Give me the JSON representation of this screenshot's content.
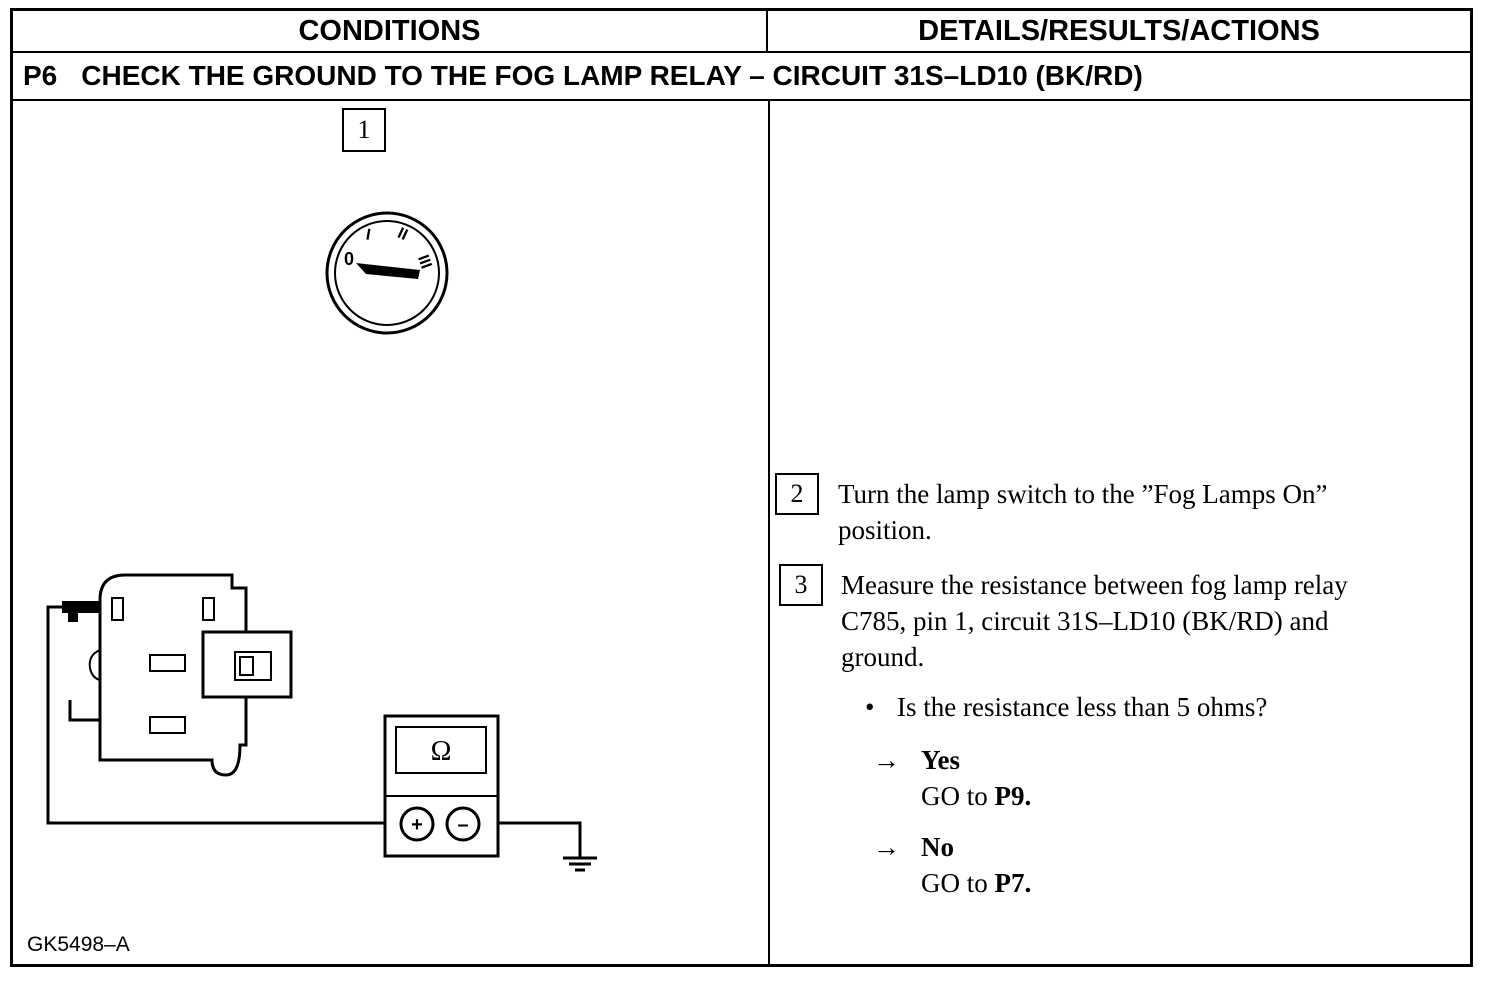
{
  "header": {
    "left": "CONDITIONS",
    "right": "DETAILS/RESULTS/ACTIONS"
  },
  "test": {
    "step_id": "P6",
    "title": "CHECK THE GROUND TO THE FOG LAMP RELAY – CIRCUIT 31S–LD10 (BK/RD)"
  },
  "conditions": {
    "step1_number": "1",
    "ignition_labels": [
      "0",
      "I",
      "II",
      "III"
    ],
    "meter_symbol": "Ω",
    "meter_plus": "+",
    "meter_minus": "–",
    "figure_id": "GK5498–A"
  },
  "actions": {
    "step2": {
      "number": "2",
      "line1": "Turn the lamp switch to the ”Fog Lamps On”",
      "line2": "position."
    },
    "step3": {
      "number": "3",
      "line1": "Measure the resistance between fog lamp relay",
      "line2": "C785, pin 1, circuit 31S–LD10 (BK/RD) and",
      "line3": "ground."
    },
    "question": "Is the resistance less than 5 ohms?",
    "bullet_symbol": "•",
    "arrow_symbol": "→",
    "yes": {
      "label": "Yes",
      "action_prefix": "GO to ",
      "target": "P9."
    },
    "no": {
      "label": "No",
      "action_prefix": "GO to ",
      "target": "P7."
    }
  }
}
